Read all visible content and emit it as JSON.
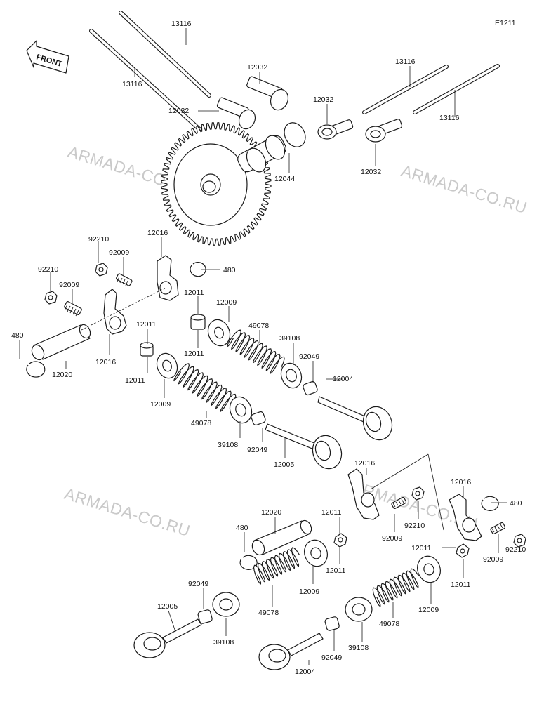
{
  "diagram_code": "E1211",
  "front_label": "FRONT",
  "watermark": "ARMADA-CO.RU",
  "labels": {
    "push_rod_top_a": "13116",
    "push_rod_top_b": "13116",
    "push_rod_right_a": "13116",
    "push_rod_right_b": "13116",
    "lifter_a": "12032",
    "lifter_b": "12032",
    "lifter_c": "12032",
    "lifter_d": "12032",
    "camshaft": "12044",
    "nut_a": "92210",
    "nut_b": "92210",
    "nut_c": "92210",
    "nut_d": "92210",
    "adjuster_a": "92009",
    "adjuster_b": "92009",
    "adjuster_c": "92009",
    "adjuster_d": "92009",
    "rocker_a": "12016",
    "rocker_b": "12016",
    "rocker_c": "12016",
    "rocker_d": "12016",
    "circlip_a": "480",
    "circlip_b": "480",
    "circlip_c": "480",
    "circlip_d": "480",
    "bushing_a": "12011",
    "bushing_b": "12011",
    "bushing_c": "12011",
    "bushing_d": "12011",
    "bushing_e": "12011",
    "bushing_f": "12011",
    "shaft_a": "12020",
    "shaft_b": "12020",
    "seat_a": "12009",
    "seat_b": "12009",
    "seat_c": "12009",
    "seat_d": "12009",
    "spring_a": "49078",
    "spring_b": "49078",
    "spring_c": "49078",
    "spring_d": "49078",
    "retainer_a": "39108",
    "retainer_b": "39108",
    "retainer_c": "39108",
    "retainer_d": "39108",
    "seal_a": "92049",
    "seal_b": "92049",
    "seal_c": "92049",
    "seal_d": "92049",
    "valve_a": "12004",
    "valve_b": "12005",
    "valve_c": "12005",
    "valve_d": "12004"
  }
}
